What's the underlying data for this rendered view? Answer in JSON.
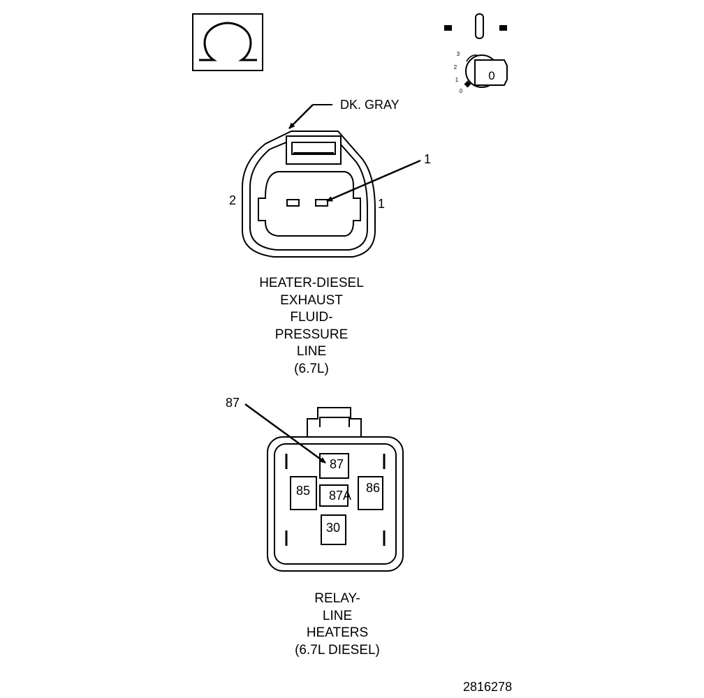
{
  "symbols": {
    "omega_icon": "omega-resistance-symbol",
    "ignition": {
      "icon": "ignition-key-switch",
      "key_label": "0",
      "positions": [
        "3",
        "2",
        "1",
        "0"
      ]
    }
  },
  "connector1": {
    "color_callout": "DK. GRAY",
    "pin_callout": "1",
    "side_labels": {
      "left": "2",
      "right": "1"
    },
    "caption": [
      "HEATER-DIESEL",
      "EXHAUST",
      "FLUID-",
      "PRESSURE",
      "LINE",
      "(6.7L)"
    ]
  },
  "connector2": {
    "pin_callout": "87",
    "terminals": {
      "top": "87",
      "left": "85",
      "center": "87A",
      "right": "86",
      "bottom": "30"
    },
    "caption": [
      "RELAY-",
      "LINE",
      "HEATERS",
      "(6.7L DIESEL)"
    ]
  },
  "figure_number": "2816278"
}
